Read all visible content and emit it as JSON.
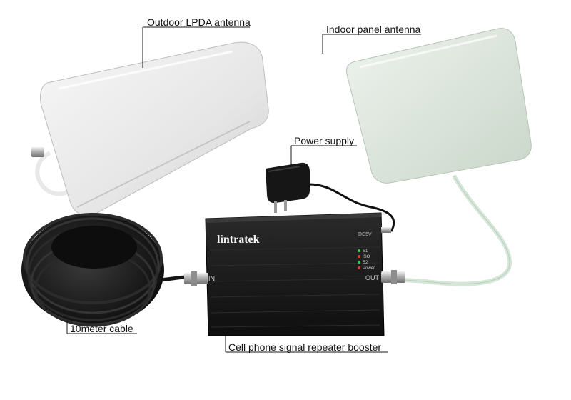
{
  "labels": {
    "outdoor_antenna": "Outdoor LPDA antenna",
    "indoor_antenna": "Indoor panel antenna",
    "power_supply": "Power supply",
    "cable": "10meter cable",
    "booster": "Cell phone signal repeater booster"
  },
  "device": {
    "brand": "lintratek",
    "port_in": "IN",
    "port_out": "OUT",
    "dc_label": "DC5V",
    "leds": [
      "S1",
      "ISO",
      "S2",
      "Power"
    ]
  },
  "colors": {
    "antenna_white": "#ececec",
    "panel_green": "#dfe9df",
    "booster_black": "#1b1b1b",
    "cable_black": "#141414",
    "led_green": "#3cc84a",
    "led_red": "#e03a2e"
  }
}
